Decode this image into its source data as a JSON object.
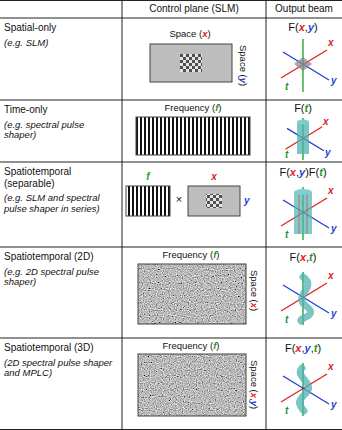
{
  "diagram": {
    "labels": [
      "Control plane (SLM)",
      "Output beam",
      "Spatial-only",
      "(e.g. SLM)",
      "Space (x)",
      "Space (y)",
      "F(x,y)",
      "x",
      "y",
      "t",
      "Time-only",
      "(e.g. spectral pulse shaper)",
      "Frequency (f)",
      "F(t)",
      "x",
      "y",
      "t",
      "Spatiotemporal (separable)",
      "(e.g. SLM and spectral pulse shaper in series)",
      "f",
      "×",
      "x",
      "y",
      "F(x,y)F(t)",
      "x",
      "y",
      "t",
      "Spatiotemporal (2D)",
      "(e.g. 2D spectral pulse shaper)",
      "Frequency (f)",
      "Space (x)",
      "F(x,t)",
      "x",
      "y",
      "t",
      "Spatiotemporal (3D)",
      "(2D spectral pulse shaper and MPLC)",
      "Frequency (f)",
      "Space (x,y)",
      "F(x,y,t)",
      "x",
      "y",
      "t"
    ]
  }
}
